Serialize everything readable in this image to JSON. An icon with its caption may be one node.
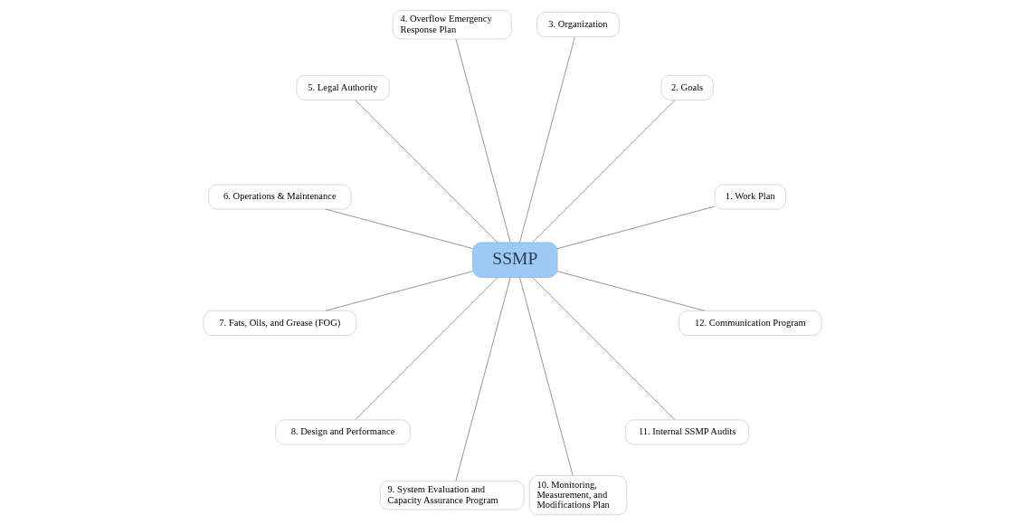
{
  "diagram": {
    "nodes": [
      {
        "text": [
          "SSMP"
        ]
      },
      {
        "text": [
          "1. Work Plan"
        ]
      },
      {
        "text": [
          "2. Goals"
        ]
      },
      {
        "text": [
          "3. Organization"
        ]
      },
      {
        "text": [
          "4. Overflow Emergency Response Plan"
        ]
      },
      {
        "text": [
          "5. Legal Authority"
        ]
      },
      {
        "text": [
          "6. Operations & Maintenance"
        ]
      },
      {
        "text": [
          "7. Fats, Oils, and Grease (FOG)"
        ]
      },
      {
        "text": [
          "8. Design and Performance"
        ]
      },
      {
        "text": [
          "9. System Evaluation and Capacity Assurance Program"
        ]
      },
      {
        "text": [
          "10. Monitoring, Measurement, and Modifications Plan"
        ]
      },
      {
        "text": [
          "11. Internal SSMP Audits"
        ]
      },
      {
        "text": [
          "12. Communication Program"
        ]
      }
    ],
    "edges": [
      {
        "from": 0,
        "to": 1,
        "arrow": "none"
      },
      {
        "from": 0,
        "to": 2,
        "arrow": "none"
      },
      {
        "from": 0,
        "to": 3,
        "arrow": "none"
      },
      {
        "from": 0,
        "to": 4,
        "arrow": "none"
      },
      {
        "from": 0,
        "to": 5,
        "arrow": "none"
      },
      {
        "from": 0,
        "to": 6,
        "arrow": "none"
      },
      {
        "from": 0,
        "to": 7,
        "arrow": "none"
      },
      {
        "from": 0,
        "to": 8,
        "arrow": "none"
      },
      {
        "from": 0,
        "to": 9,
        "arrow": "none"
      },
      {
        "from": 0,
        "to": 10,
        "arrow": "none"
      },
      {
        "from": 0,
        "to": 11,
        "arrow": "none"
      },
      {
        "from": 0,
        "to": 12,
        "arrow": "none"
      }
    ]
  }
}
